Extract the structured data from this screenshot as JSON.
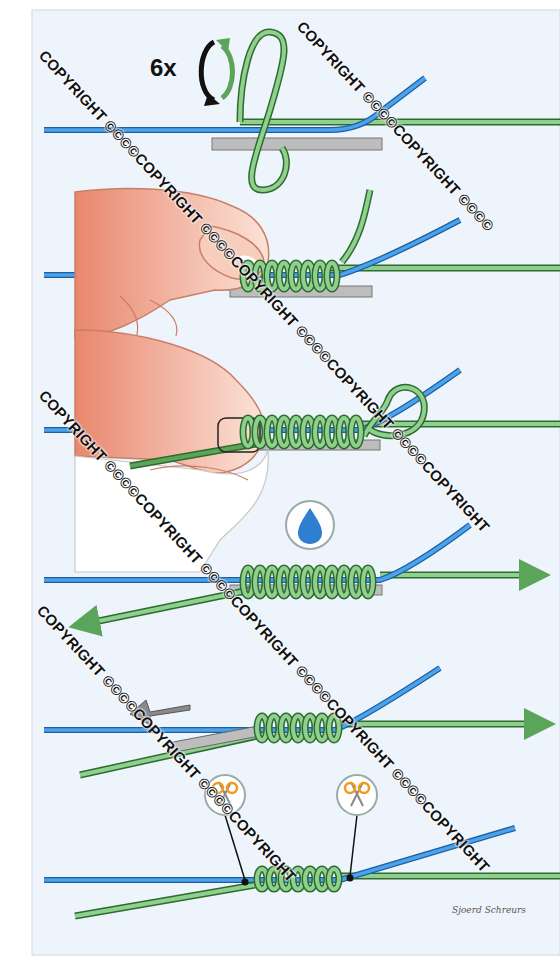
{
  "diagram": {
    "labels": [
      "6x",
      "COPYRIGHT ©©©©COPYRIGHT ©©©©",
      "COPYRIGHT ©©©©COPYRIGHT ©©©©COPYRIGHT ©©©©COPYRIGHT ©©©©COPYRIGHT",
      "COPYRIGHT ©©©©COPYRIGHT ©©©©COPYRIGHT ©©©©COPYRIGHT ©©©©COPYRIGHT",
      "COPYRIGHT ©©©©COPYRIGHT ©©©©COPYRIGHT",
      "Sjoerd Schreurs"
    ]
  }
}
